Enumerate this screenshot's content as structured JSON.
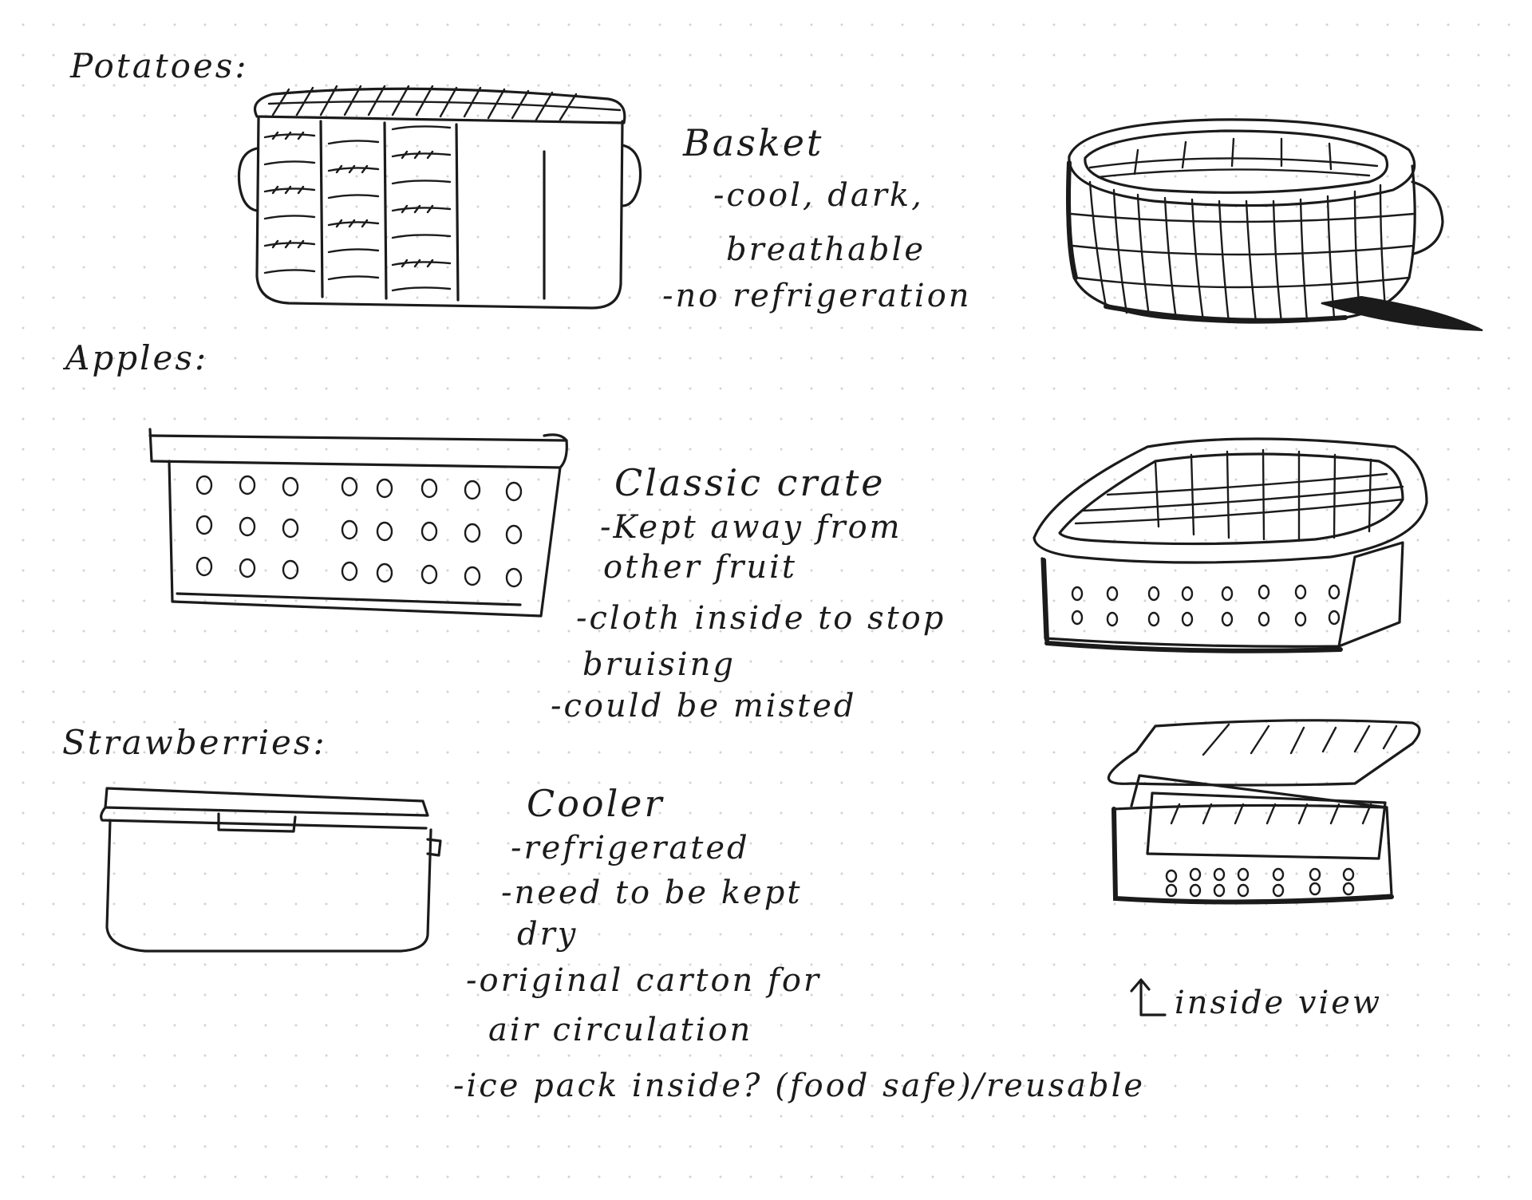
{
  "sections": [
    {
      "heading": "Potatoes:",
      "note_title": "Basket",
      "notes": [
        "-cool, dark,",
        "breathable",
        "-no refrigeration"
      ]
    },
    {
      "heading": "Apples:",
      "note_title": "Classic crate",
      "notes": [
        "-Kept away from",
        "other fruit",
        "-cloth inside to stop",
        "bruising",
        "-could be misted"
      ]
    },
    {
      "heading": "Strawberries:",
      "note_title": "Cooler",
      "notes": [
        "-refrigerated",
        "-need to be kept",
        "dry",
        "-original carton for",
        "air circulation",
        "-ice pack inside? (food safe)/reusable"
      ]
    }
  ],
  "callout": "inside view",
  "icons": [
    "woven-basket-icon",
    "crate-icon",
    "cooler-icon",
    "arrow-up-icon"
  ],
  "colors": {
    "ink": "#1b1b1b",
    "paper": "#ffffff",
    "dot_grid": "#d2d2d2"
  }
}
